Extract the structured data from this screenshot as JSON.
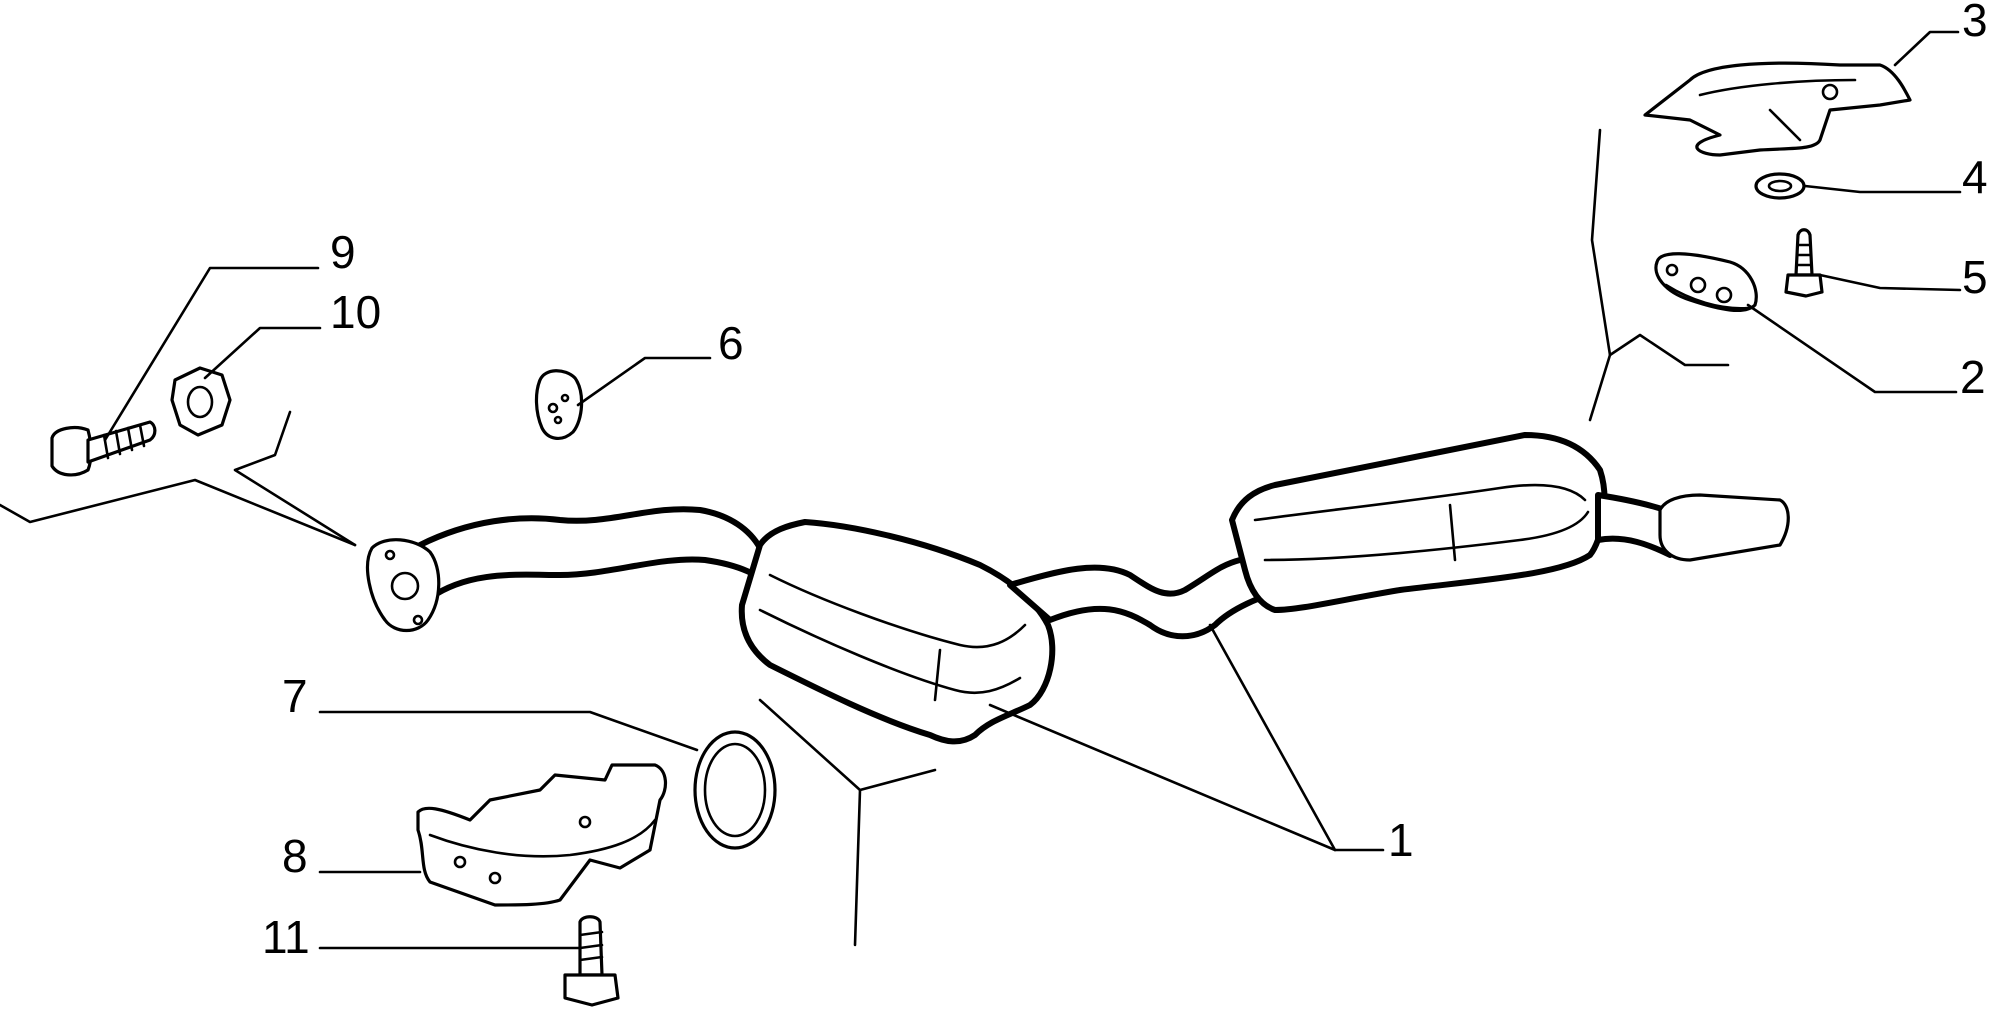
{
  "diagram": {
    "colors": {
      "ink": "#000000",
      "paper": "#ffffff"
    },
    "callouts": [
      {
        "id": "1",
        "text": "1"
      },
      {
        "id": "2",
        "text": "2"
      },
      {
        "id": "3",
        "text": "3"
      },
      {
        "id": "4",
        "text": "4"
      },
      {
        "id": "5",
        "text": "5"
      },
      {
        "id": "6",
        "text": "6"
      },
      {
        "id": "7",
        "text": "7"
      },
      {
        "id": "8",
        "text": "8"
      },
      {
        "id": "9",
        "text": "9"
      },
      {
        "id": "10",
        "text": "10"
      },
      {
        "id": "11",
        "text": "11"
      }
    ]
  }
}
